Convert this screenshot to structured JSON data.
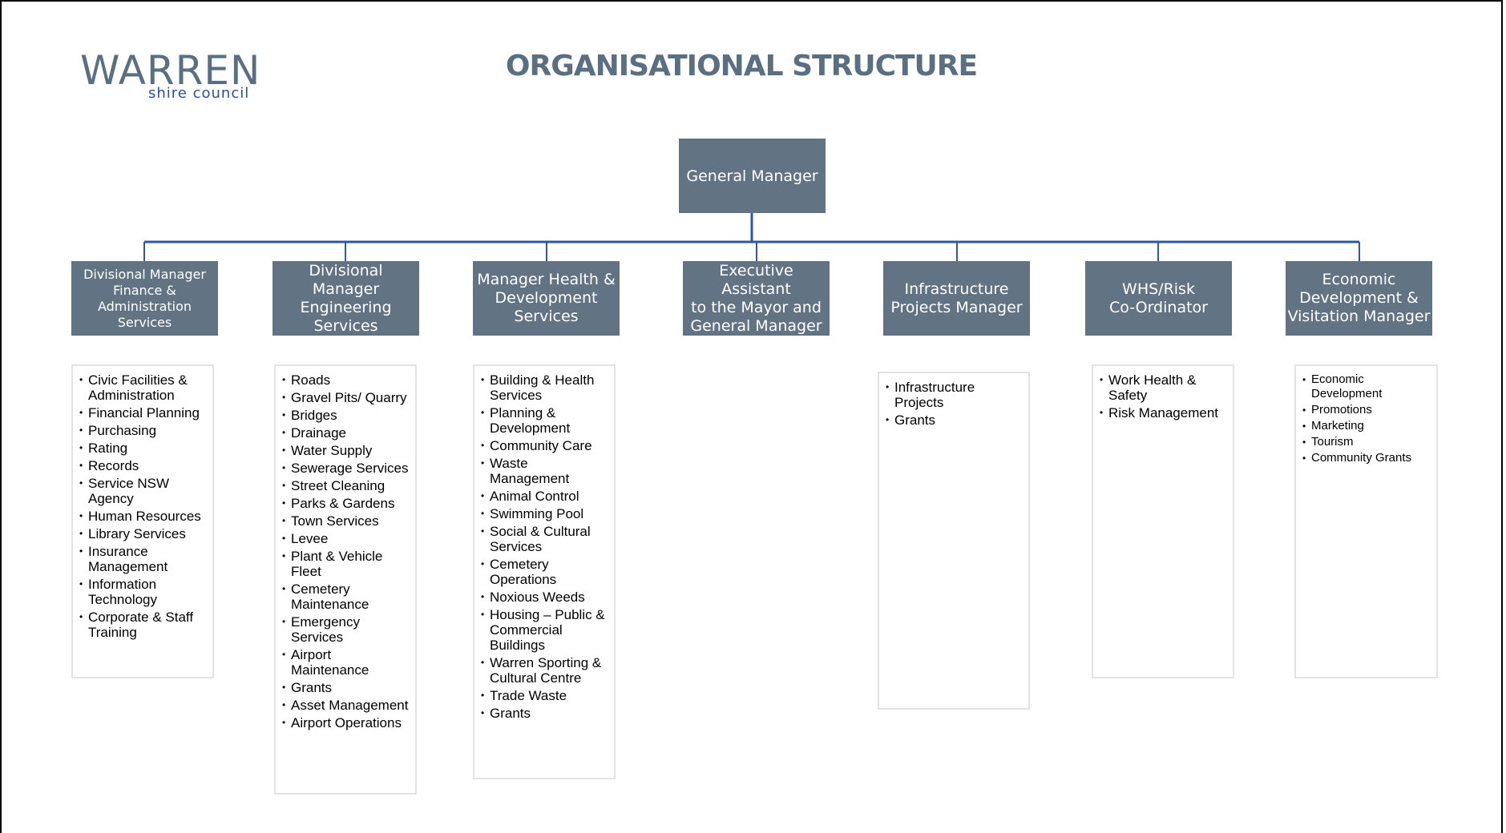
{
  "logo": {
    "word": "WARREN",
    "sub": "shire council"
  },
  "title": "ORGANISATIONAL STRUCTURE",
  "general_manager": "General Manager",
  "colors": {
    "box": "#627384",
    "line": "#2e57a6",
    "title": "#5a6f82"
  },
  "managers": [
    {
      "name": "Divisional Manager\nFinance &\nAdministration\nServices",
      "items": [
        "Civic Facilities & Administration",
        "Financial Planning",
        "Purchasing",
        "Rating",
        "Records",
        "Service NSW Agency",
        "Human Resources",
        "Library Services",
        "Insurance Management",
        "Information Technology",
        "Corporate & Staff Training"
      ]
    },
    {
      "name": "Divisional Manager\nEngineering Services",
      "items": [
        "Roads",
        "Gravel Pits/ Quarry",
        "Bridges",
        "Drainage",
        "Water Supply",
        "Sewerage Services",
        "Street Cleaning",
        "Parks & Gardens",
        "Town Services",
        "Levee",
        "Plant & Vehicle Fleet",
        "Cemetery Maintenance",
        "Emergency Services",
        "Airport Maintenance",
        "Grants",
        "Asset Management",
        "Airport Operations"
      ]
    },
    {
      "name": "Manager Health &\nDevelopment\nServices",
      "items": [
        "Building & Health Services",
        "Planning & Development",
        "Community Care",
        "Waste Management",
        "Animal Control",
        "Swimming Pool",
        "Social & Cultural Services",
        "Cemetery Operations",
        "Noxious Weeds",
        "Housing – Public & Commercial Buildings",
        "Warren Sporting & Cultural Centre",
        "Trade Waste",
        "Grants"
      ]
    },
    {
      "name": "Executive Assistant\nto the Mayor and\nGeneral Manager",
      "items": []
    },
    {
      "name": "Infrastructure\nProjects Manager",
      "items": [
        "Infrastructure Projects",
        "Grants"
      ]
    },
    {
      "name": "WHS/Risk\nCo-Ordinator",
      "items": [
        "Work Health & Safety",
        "Risk Management"
      ]
    },
    {
      "name": "Economic\nDevelopment &\nVisitation Manager",
      "items": [
        "Economic Development",
        "Promotions",
        "Marketing",
        "Tourism",
        "Community Grants"
      ]
    }
  ]
}
